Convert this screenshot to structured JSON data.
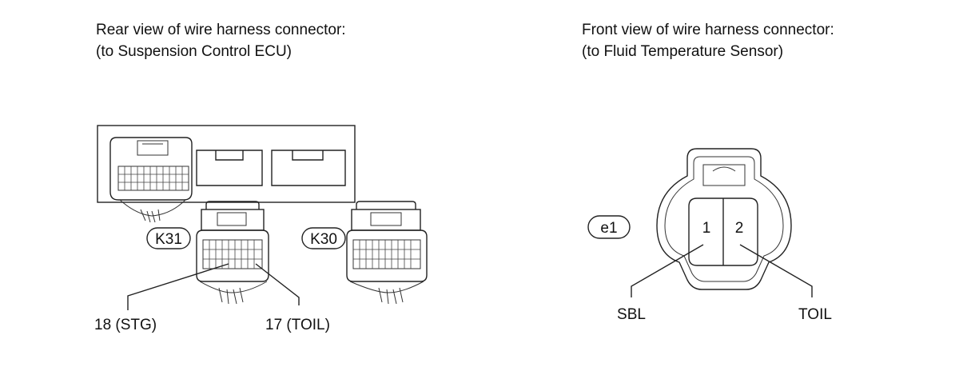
{
  "left_view": {
    "title_line1": "Rear view of wire harness connector:",
    "title_line2": "(to Suspension Control ECU)",
    "connector_tags": {
      "k31": "K31",
      "k30": "K30"
    },
    "callouts": {
      "pin18": "18 (STG)",
      "pin17": "17 (TOIL)"
    }
  },
  "right_view": {
    "title_line1": "Front view of wire harness connector:",
    "title_line2": "(to Fluid Temperature Sensor)",
    "connector_tag": "e1",
    "pins": {
      "pin1": "1",
      "pin2": "2"
    },
    "callouts": {
      "sbl": "SBL",
      "toil": "TOIL"
    }
  }
}
